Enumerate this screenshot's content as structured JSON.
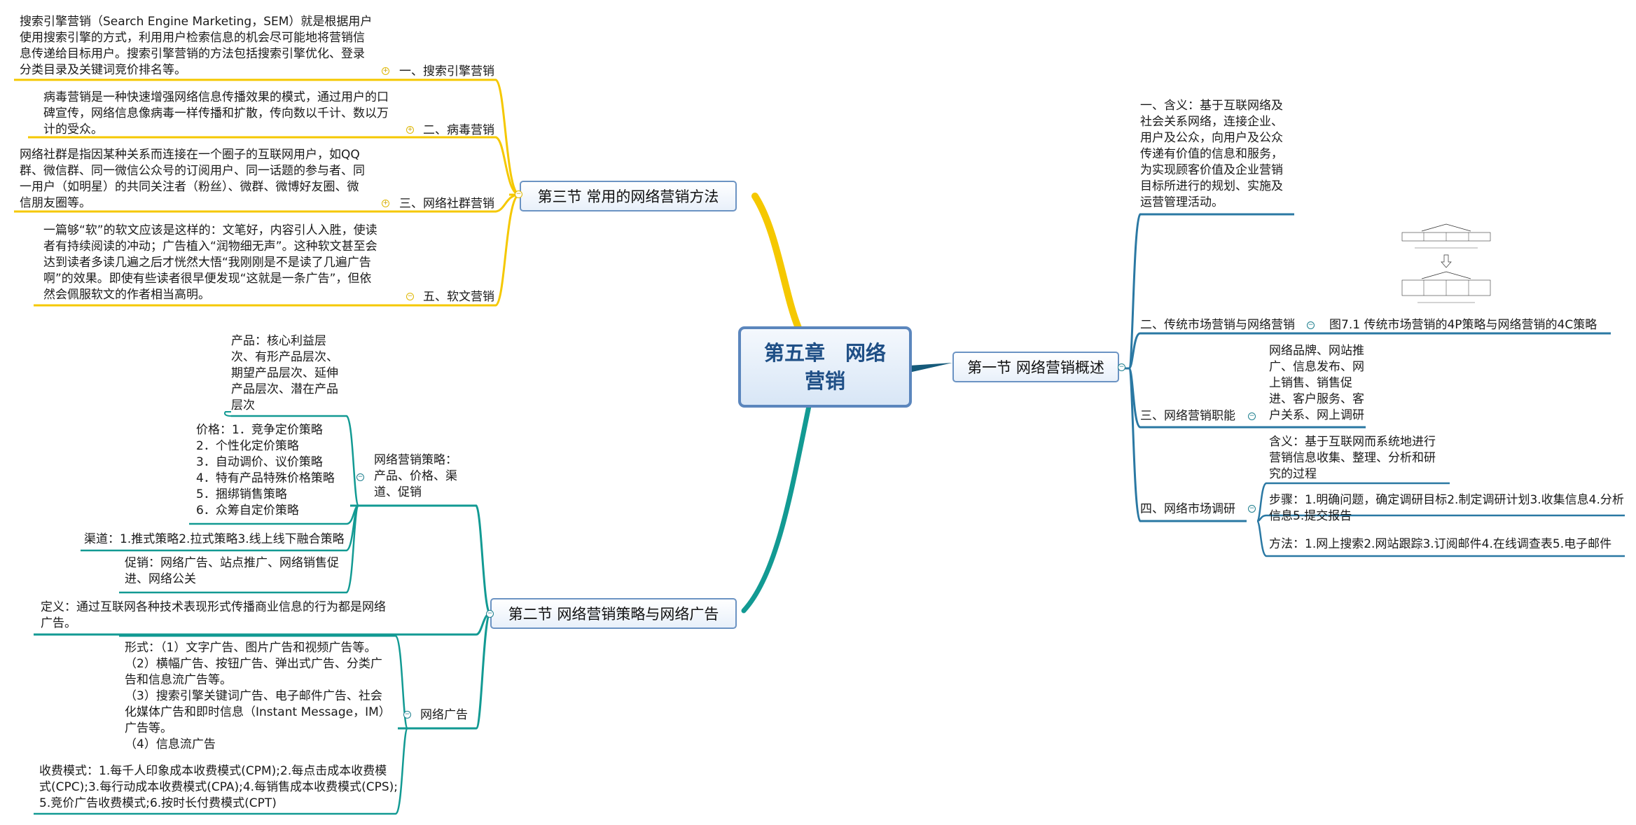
{
  "central": {
    "title": "第五章　网络\n营销"
  },
  "sec3": {
    "title": "第三节  常用的网络营销方法",
    "items": [
      {
        "label": "一、搜索引擎营销",
        "text": "搜索引擎营销（Search Engine Marketing，SEM）就是根据用户\n使用搜索引擎的方式，利用用户检索信息的机会尽可能地将营销信\n息传递给目标用户。搜索引擎营销的方法包括搜索引擎优化、登录\n分类目录及关键词竞价排名等。"
      },
      {
        "label": "二、病毒营销",
        "text": "病毒营销是一种快速增强网络信息传播效果的模式，通过用户的口\n碑宣传，网络信息像病毒一样传播和扩散，传向数以千计、数以万\n计的受众。"
      },
      {
        "label": "三、网络社群营销",
        "text": "网络社群是指因某种关系而连接在一个圈子的互联网用户，如QQ\n群、微信群、同一微信公众号的订阅用户、同一话题的参与者、同\n一用户（如明星）的共同关注者（粉丝）、微群、微博好友圈、微\n信朋友圈等。"
      },
      {
        "label": "五、软文营销",
        "text": "一篇够“软”的软文应该是这样的：文笔好，内容引人入胜，使读\n者有持续阅读的冲动；广告植入“润物细无声”。这种软文甚至会\n达到读者多读几遍之后才恍然大悟“我刚刚是不是读了几遍广告\n啊”的效果。即使有些读者很早便发现“这就是一条广告”，但依\n然会佩服软文的作者相当高明。"
      }
    ]
  },
  "sec2": {
    "title": "第二节 网络营销策略与网络广告",
    "strategy": {
      "label": "网络营销策略：\n产品、价格、渠\n道、促销",
      "product": "产品：核心利益层\n次、有形产品层次、\n期望产品层次、延伸\n产品层次、潜在产品\n层次",
      "price": "价格：1．竞争定价策略\n2．个性化定价策略\n3．自动调价、议价策略\n4．特有产品特殊价格策略\n5．捆绑销售策略\n6．众筹自定价策略",
      "channel": "渠道：1.推式策略2.拉式策略3.线上线下融合策略",
      "promotion": "促销：网络广告、站点推广、网络销售促\n进、网络公关"
    },
    "definition": "定义：通过互联网各种技术表现形式传播商业信息的行为都是网络\n广告。",
    "ads": {
      "label": "网络广告",
      "forms": "形式：（1）文字广告、图片广告和视频广告等。\n（2）横幅广告、按钮广告、弹出式广告、分类广\n告和信息流广告等。\n（3）搜索引擎关键词广告、电子邮件广告、社会\n化媒体广告和即时信息（Instant Message，IM）\n广告等。\n（4）信息流广告",
      "fees": "收费模式：1.每千人印象成本收费模式(CPM);2.每点击成本收费模\n式(CPC);3.每行动成本收费模式(CPA);4.每销售成本收费模式(CPS);\n5.竞价广告收费模式;6.按时长付费模式(CPT)"
    }
  },
  "sec1": {
    "title": "第一节 网络营销概述",
    "meaning": "一、含义：基于互联网络及\n社会关系网络，连接企业、\n用户及公众，向用户及公众\n传递有价值的信息和服务，\n为实现顾客价值及企业营销\n目标所进行的规划、实施及\n运营管理活动。",
    "traditional": {
      "label": "二、传统市场营销与网络营销",
      "figure_caption": "图7.1   传统市场营销的4P策略与网络营销的4C策略"
    },
    "functions": {
      "label": "三、网络营销职能",
      "text": "网络品牌、网站推\n广、信息发布、网\n上销售、销售促\n进、客户服务、客\n户关系、网上调研"
    },
    "research": {
      "label": "四、网络市场调研",
      "meaning": "含义：基于互联网而系统地进行\n营销信息收集、整理、分析和研\n究的过程",
      "steps": "步骤：1.明确问题，确定调研目标2.制定调研计划3.收集信息4.分析\n信息5.提交报告",
      "methods": "方法：1.网上搜索2.网站跟踪3.订阅邮件4.在线调查表5.电子邮件"
    }
  },
  "colors": {
    "yellow": "#f5c800",
    "teal": "#129a93",
    "line": "#2a78a3",
    "box_border": "#6b93c3"
  }
}
